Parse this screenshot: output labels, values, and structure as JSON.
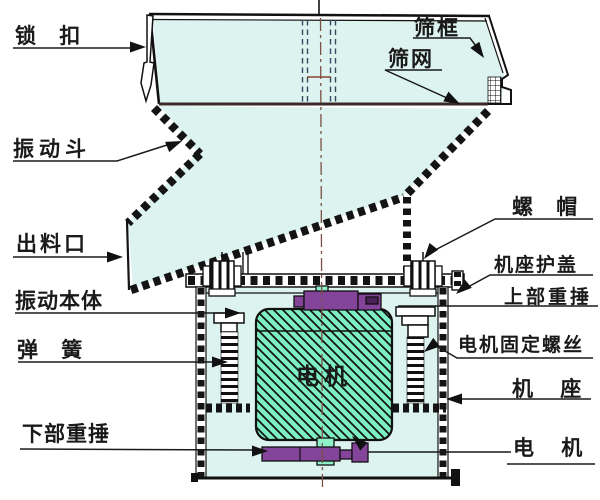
{
  "labels": {
    "lock": "锁 扣",
    "hopper": "振动斗",
    "outlet": "出料口",
    "vib_body": "振动本体",
    "spring": "弹 簧",
    "lower_weight": "下部重捶",
    "sieve_frame": "筛框",
    "sieve_mesh": "筛网",
    "nut": "螺 帽",
    "base_cover": "机座护盖",
    "upper_weight": "上部重捶",
    "motor_screw": "电机固定螺丝",
    "base": "机 座",
    "motor": "电 机",
    "motor_body_text": "电机"
  },
  "colors": {
    "interior": "#dcf3ef",
    "motor_fill": "#7deec3",
    "tab_green": "#8ef0c6",
    "weight_purple": "#83449a",
    "weight_dark": "#4a2258",
    "line": "#111111",
    "centerline": "#7b5143",
    "hidden_line": "#35495e",
    "connector_brown": "#8a4535"
  }
}
